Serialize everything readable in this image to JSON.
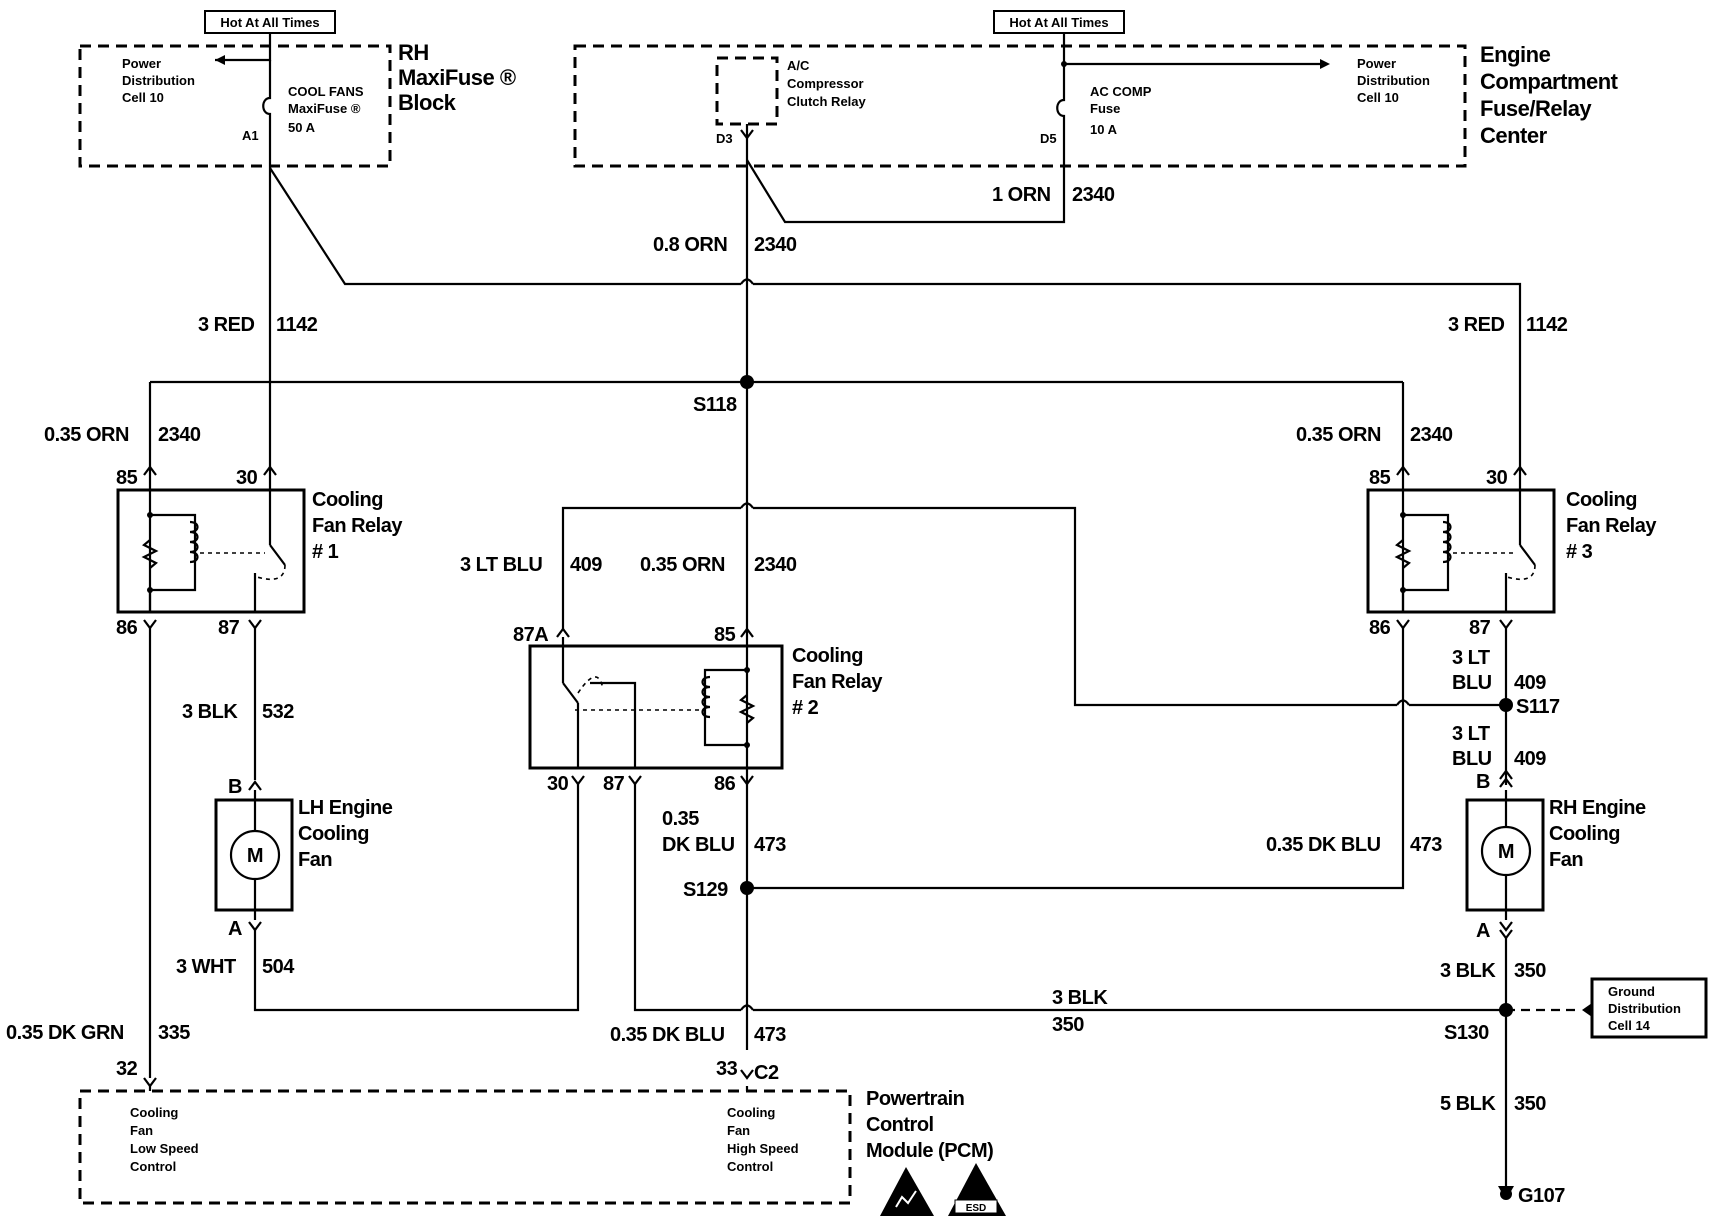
{
  "hot_labels": [
    "Hot At All Times",
    "Hot At All Times"
  ],
  "maxifuse_block": {
    "title": [
      "RH",
      "MaxiFuse ®",
      "Block"
    ],
    "power_dist": [
      "Power",
      "Distribution",
      "Cell 10"
    ],
    "fuse": [
      "COOL FANS",
      "MaxiFuse ®",
      "50 A"
    ],
    "terminal": "A1"
  },
  "fuse_relay_center": {
    "title": [
      "Engine",
      "Compartment",
      "Fuse/Relay",
      "Center"
    ],
    "relay": [
      "A/C",
      "Compressor",
      "Clutch Relay"
    ],
    "fuse": [
      "AC COMP",
      "Fuse",
      "10 A"
    ],
    "power_dist": [
      "Power",
      "Distribution",
      "Cell 10"
    ],
    "terminals": [
      "D3",
      "D5"
    ]
  },
  "wires": {
    "w_1orn": [
      "1 ORN",
      "2340"
    ],
    "w_08orn": [
      "0.8 ORN",
      "2340"
    ],
    "w_3red_l": [
      "3 RED",
      "1142"
    ],
    "w_3red_r": [
      "3 RED",
      "1142"
    ],
    "w_035orn_l": [
      "0.35 ORN",
      "2340"
    ],
    "w_035orn_r": [
      "0.35 ORN",
      "2340"
    ],
    "w_3ltblu": [
      "3 LT BLU",
      "409"
    ],
    "w_035orn_c": [
      "0.35 ORN",
      "2340"
    ],
    "w_3blk532": [
      "3 BLK",
      "532"
    ],
    "w_3ltblu_r1": [
      "3 LT",
      "BLU",
      "409"
    ],
    "w_3ltblu_r2": [
      "3 LT",
      "BLU",
      "409"
    ],
    "w_035dkblu_c": [
      "0.35",
      "DK BLU",
      "473"
    ],
    "w_035dkblu_r": [
      "0.35 DK BLU",
      "473"
    ],
    "w_3wht": [
      "3 WHT",
      "504"
    ],
    "w_3blk350_mid": [
      "3 BLK",
      "350"
    ],
    "w_3blk350_r": [
      "3 BLK",
      "350"
    ],
    "w_035dkgrn": [
      "0.35 DK GRN",
      "335"
    ],
    "w_035dkblu_b": [
      "0.35 DK BLU",
      "473"
    ],
    "w_5blk": [
      "5 BLK",
      "350"
    ]
  },
  "splices": [
    "S118",
    "S117",
    "S129",
    "S130"
  ],
  "relays": {
    "r1": {
      "name": [
        "Cooling",
        "Fan Relay",
        "# 1"
      ],
      "pins": [
        "85",
        "30",
        "86",
        "87"
      ]
    },
    "r2": {
      "name": [
        "Cooling",
        "Fan Relay",
        "# 2"
      ],
      "pins": [
        "87A",
        "85",
        "30",
        "87",
        "86"
      ]
    },
    "r3": {
      "name": [
        "Cooling",
        "Fan Relay",
        "# 3"
      ],
      "pins": [
        "85",
        "30",
        "86",
        "87"
      ]
    }
  },
  "fans": {
    "lh": {
      "name": [
        "LH Engine",
        "Cooling",
        "Fan"
      ],
      "motor": "M",
      "pins": [
        "B",
        "A"
      ]
    },
    "rh": {
      "name": [
        "RH Engine",
        "Cooling",
        "Fan"
      ],
      "motor": "M",
      "pins": [
        "B",
        "A"
      ]
    }
  },
  "ground": {
    "box": [
      "Ground",
      "Distribution",
      "Cell 14"
    ],
    "name": "G107"
  },
  "pcm": {
    "title": [
      "Powertrain",
      "Control",
      "Module (PCM)"
    ],
    "low": [
      "Cooling",
      "Fan",
      "Low Speed",
      "Control"
    ],
    "high": [
      "Cooling",
      "Fan",
      "High Speed",
      "Control"
    ],
    "pins": [
      "32",
      "33",
      "C2"
    ],
    "esd_badge": "ESD"
  }
}
